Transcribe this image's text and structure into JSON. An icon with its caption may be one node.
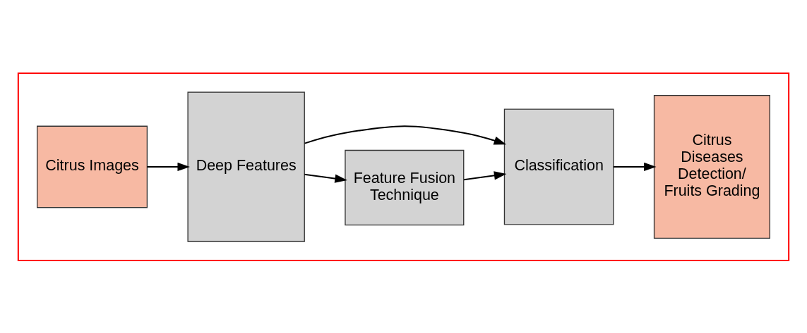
{
  "diagram": {
    "nodes": [
      {
        "text": [],
        "shape": "box"
      },
      {
        "text": [
          "Citrus Images"
        ],
        "in": 0
      },
      {
        "text": [
          "Deep Features"
        ],
        "in": 0
      },
      {
        "text": [
          "Feature Fusion Technique"
        ],
        "in": 0
      },
      {
        "text": [
          "Classification"
        ],
        "in": 0
      },
      {
        "text": [
          "Citrus Diseases Detection/ Fruits Grading"
        ],
        "in": 0
      }
    ],
    "edges": [
      {
        "from": 1,
        "to": 2,
        "arrow": "to"
      },
      {
        "from": 2,
        "to": 4,
        "arrow": "to"
      },
      {
        "from": 2,
        "to": 3,
        "arrow": "to"
      },
      {
        "from": 3,
        "to": 4,
        "arrow": "to"
      },
      {
        "from": 4,
        "to": 5,
        "arrow": "to"
      }
    ]
  }
}
